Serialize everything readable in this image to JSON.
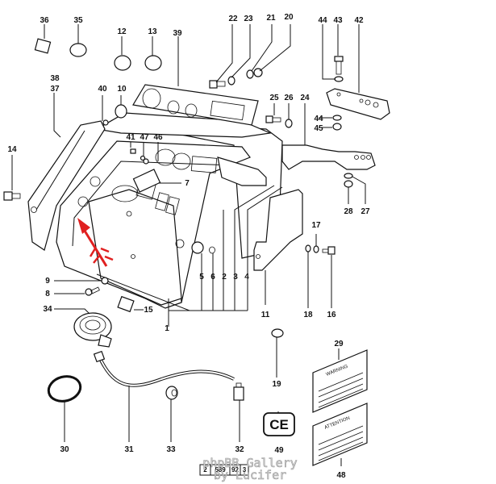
{
  "diagram": {
    "type": "exploded-parts-diagram",
    "subject": "Instrument panel / dashboard assembly",
    "callouts": [
      "1",
      "2",
      "3",
      "4",
      "5",
      "6",
      "7",
      "8",
      "9",
      "10",
      "11",
      "12",
      "13",
      "14",
      "15",
      "16",
      "17",
      "18",
      "19",
      "20",
      "21",
      "22",
      "23",
      "24",
      "25",
      "26",
      "27",
      "28",
      "29",
      "30",
      "31",
      "32",
      "33",
      "34",
      "35",
      "36",
      "37",
      "38",
      "39",
      "40",
      "41",
      "42",
      "43",
      "44",
      "45",
      "46",
      "47",
      "48",
      "49"
    ],
    "labels": {
      "p1": "1",
      "p2": "2",
      "p3": "3",
      "p4": "4",
      "p5": "5",
      "p6": "6",
      "p7": "7",
      "p8": "8",
      "p9": "9",
      "p10": "10",
      "p11": "11",
      "p12": "12",
      "p13": "13",
      "p14": "14",
      "p15": "15",
      "p16": "16",
      "p17": "17",
      "p18": "18",
      "p19": "19",
      "p20": "20",
      "p21": "21",
      "p22": "22",
      "p23": "23",
      "p24": "24",
      "p25": "25",
      "p26": "26",
      "p27": "27",
      "p28": "28",
      "p29": "29",
      "p30": "30",
      "p31": "31",
      "p32": "32",
      "p33": "33",
      "p34": "34",
      "p35": "35",
      "p36": "36",
      "p37": "37",
      "p38": "38",
      "p39": "39",
      "p40": "40",
      "p41": "41",
      "p42": "42",
      "p43": "43",
      "p44a": "44",
      "p44b": "44",
      "p45": "45",
      "p46": "46",
      "p47": "47",
      "p48": "48",
      "p49": "49"
    },
    "decals": {
      "warning_title": "WARNING",
      "attention_title": "ATTENTION",
      "ce_mark": "CE"
    },
    "reference_code": [
      "2",
      "589",
      "92",
      "3"
    ],
    "watermark": {
      "line1": "phpBB Gallery",
      "line2": "by Lucifer"
    },
    "highlight_arrow_color": "#e02020"
  }
}
